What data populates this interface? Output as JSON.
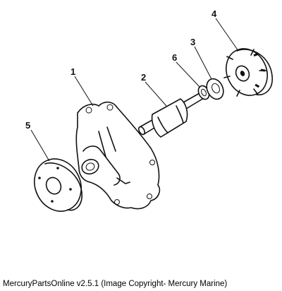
{
  "callouts": [
    {
      "id": "1",
      "text": "1"
    },
    {
      "id": "2",
      "text": "2"
    },
    {
      "id": "3",
      "text": "3"
    },
    {
      "id": "4",
      "text": "4"
    },
    {
      "id": "5",
      "text": "5"
    },
    {
      "id": "6",
      "text": "6"
    }
  ],
  "caption": "MercuryPartsOnline v2.5.1 (Image Copyright- Mercury Marine)"
}
